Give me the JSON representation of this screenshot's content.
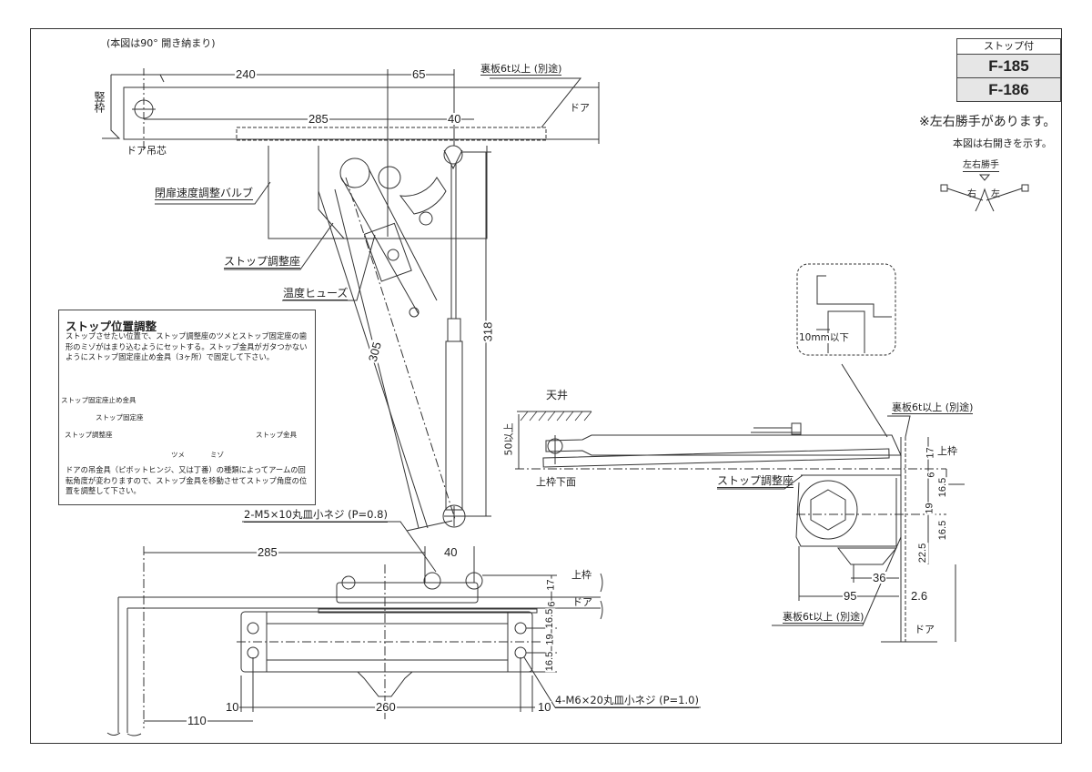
{
  "sheet": {
    "model_table": {
      "header": "ストップ付",
      "models": [
        "F-185",
        "F-186"
      ]
    },
    "hand_note": "※左右勝手があります。",
    "view_note": "本図は右開きを示す。",
    "hand_diagram": {
      "title": "左右勝手",
      "right": "右",
      "left": "左"
    }
  },
  "plan_view": {
    "note": "(本図は90° 開き納まり)",
    "labels": {
      "jamb": "竪枠",
      "door_pivot": "ドア吊芯",
      "door": "ドア",
      "back_plate": "裏板6t以上 (別途)",
      "valve": "閉扉速度調整バルブ",
      "stop_seat": "ストップ調整座",
      "fuse": "温度ヒューズ"
    },
    "dimensions": {
      "d240": "240",
      "d65": "65",
      "d285": "285",
      "d40": "40",
      "d305": "305",
      "d318": "318"
    }
  },
  "stop_adjust_note": {
    "title": "ストップ位置調整",
    "text1": "ストップさせたい位置で、ストップ調整座のツメとストップ固定座の歯形のミゾがはまり込むようにセットする。ストップ金具がガタつかないようにストップ固定座止め金具（3ヶ所）で固定して下さい。",
    "labels": {
      "fixing_fitting": "ストップ固定座止め金具",
      "fixed_seat": "ストップ固定座",
      "adjust_seat": "ストップ調整座",
      "stop_fitting": "ストップ金具",
      "claw": "ツメ",
      "groove": "ミゾ"
    },
    "text2": "ドアの吊金具（ピボットヒンジ、又は丁番）の種類によってアームの回転角度が変わりますので、ストップ金具を移動させてストップ角度の位置を調整して下さい。"
  },
  "front_view": {
    "screw_top": "2-M5×10丸皿小ネジ (P=0.8)",
    "screw_bottom": "4-M6×20丸皿小ネジ (P=1.0)",
    "labels": {
      "upper_frame": "上枠",
      "door": "ドア"
    },
    "dimensions": {
      "d285": "285",
      "d40": "40",
      "d17": "17",
      "d6": "6",
      "d16_5a": "16.5",
      "d19": "19",
      "d16_5b": "16.5",
      "d10_left": "10",
      "d260": "260",
      "d10_right": "10",
      "d110": "110"
    }
  },
  "side_view": {
    "labels": {
      "ceiling": "天井",
      "min_clear": "50以上",
      "frame_bottom": "上枠下面",
      "stop_seat": "ストップ調整座",
      "back_plate_top": "裏板6t以上 (別途)",
      "back_plate_bottom": "裏板6t以上 (別途)",
      "upper_frame": "上枠",
      "door": "ドア",
      "detail": "10mm以下"
    },
    "dimensions": {
      "d17": "17",
      "d6": "6",
      "d16_5a": "16.5",
      "d19": "19",
      "d16_5b": "16.5",
      "d22_5": "22.5",
      "d36": "36",
      "d95": "95",
      "d2_6": "2.6"
    }
  }
}
